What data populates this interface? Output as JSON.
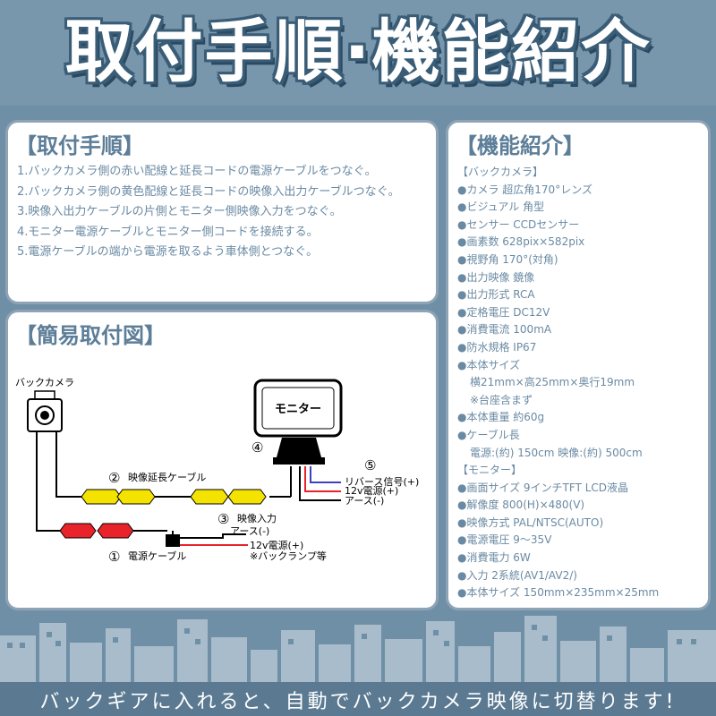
{
  "header": {
    "title": "取付手順·機能紹介"
  },
  "steps": {
    "title": "【取付手順】",
    "items": [
      "1.バックカメラ側の赤い配線と延長コードの電源ケーブルをつなぐ。",
      "2.バックカメラ側の黄色配線と延長コードの映像入出力ケーブルつなぐ。",
      "3.映像入出力ケーブルの片側とモニター側映像入力をつなぐ。",
      "4.モニター電源ケーブルとモニター側コードを接続する。",
      "5.電源ケーブルの端から電源を取るよう車体側とつなぐ。"
    ]
  },
  "diagram": {
    "title": "【簡易取付図】",
    "camera_label": "バックカメラ",
    "monitor_label": "モニター",
    "n1": "①",
    "n2": "②",
    "n3": "③",
    "n4": "④",
    "n5": "⑤",
    "video_cable": "映像延長ケーブル",
    "power_cable": "電源ケーブル",
    "video_input": "映像入力",
    "earth_minus": "アース(-)",
    "power_12v": "12v電源(+)",
    "backlamp_note": "※バックランプ等",
    "reverse_signal": "リバース信号(+)",
    "monitor_12v": "12v電源(+)",
    "monitor_earth": "アース(-)"
  },
  "features": {
    "title": "【機能紹介】",
    "items": [
      "【バックカメラ】",
      "●カメラ 超広角170°レンズ",
      "●ビジュアル 角型",
      "●センサー CCDセンサー",
      "●画素数 628pix×582pix",
      "●視野角 170°(対角)",
      "●出力映像 鏡像",
      "●出力形式 RCA",
      "●定格電圧 DC12V",
      "●消費電流 100mA",
      "●防水規格 IP67",
      "●本体サイズ",
      "横21mm×高25mm×奥行19mm",
      "※台座含まず",
      "●本体重量 約60g",
      "●ケーブル長",
      "電源:(約) 150cm 映像:(約) 500cm",
      "【モニター】",
      "●画面サイズ 9インチTFT LCD液晶",
      "●解像度 800(H)×480(V)",
      "●映像方式 PAL/NTSC(AUTO)",
      "●電源電圧 9～35V",
      "●消費電力 6W",
      "●入力 2系統(AV1/AV2/)",
      "●本体サイズ 150mm×235mm×25mm"
    ]
  },
  "ticker": {
    "text": "バックギアに入れると、自動でバックカメラ映像に切替ります!"
  },
  "colors": {
    "background": "#6f8fa6",
    "panel_border": "#8ea4b6",
    "text": "#6a8aa3",
    "yellow_connector": "#f4e200",
    "red_connector": "#e8232a",
    "blue_wire": "#4040c0"
  }
}
